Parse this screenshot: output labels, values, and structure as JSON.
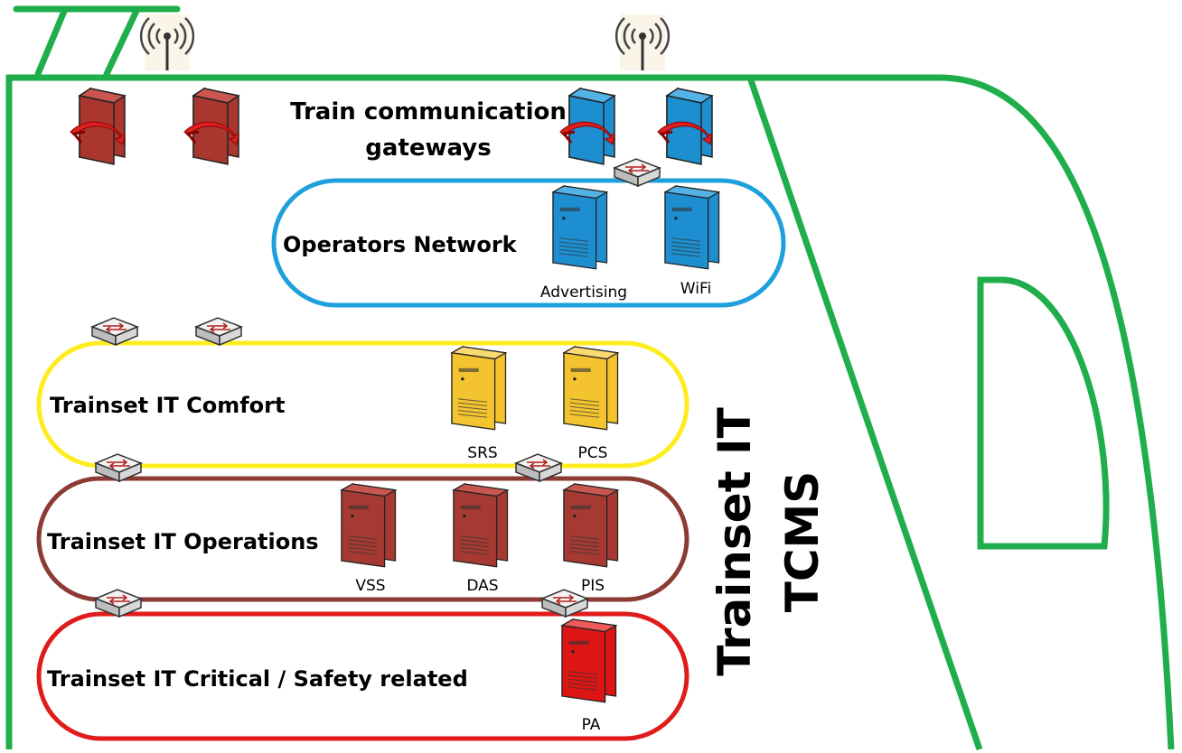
{
  "header": {
    "title_line1": "Train communication",
    "title_line2": "gateways"
  },
  "zones": {
    "operators": "Operators Network",
    "comfort": "Trainset IT Comfort",
    "operations": "Trainset IT Operations",
    "critical": "Trainset IT Critical / Safety related"
  },
  "side_labels": {
    "trainset_it": "Trainset IT",
    "tcms": "TCMS"
  },
  "servers": {
    "advertising": "Advertising",
    "wifi": "WiFi",
    "srs": "SRS",
    "pcs": "PCS",
    "vss": "VSS",
    "das": "DAS",
    "pis": "PIS",
    "pa": "PA"
  },
  "colors": {
    "train": "#1fae4b",
    "operators": "#1ea0dc",
    "comfort": "#ffec1f",
    "operations": "#8b3a34",
    "critical": "#e01b1b",
    "server_blue": "#1d8fd0",
    "server_yellow": "#f4c430",
    "server_brown": "#a63a33",
    "server_red": "#dd1515"
  },
  "icons": [
    "antenna-icon",
    "gateway-icon",
    "switch-icon",
    "server-icon"
  ]
}
